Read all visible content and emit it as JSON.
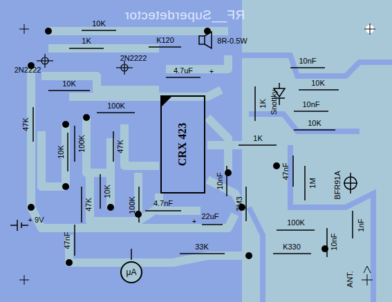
{
  "diagram": {
    "title": "RF__Superdetector",
    "nodes": [
      {
        "text": [
          "CRX 423"
        ]
      },
      {
        "text": [
          "μA"
        ]
      }
    ],
    "labels": [
      "10K",
      "1K",
      "K120",
      "8R-0.5W",
      "2N2222",
      "2N2222",
      "10K",
      "4.7uF",
      "+",
      "10nF",
      "1K",
      "Snottky",
      "10K",
      "100K",
      "10nF",
      "10K",
      "47K",
      "10K",
      "100K",
      "47K",
      "1K",
      "10nF",
      "47nF",
      "1M",
      "BFR91A",
      "10K",
      "47K",
      "100K",
      "4.7nF",
      "+",
      "22uF",
      "3M3",
      "+ 9V",
      "47nF",
      "100K",
      "33K",
      "K330",
      "10nF",
      "1nF",
      "ANT."
    ]
  }
}
